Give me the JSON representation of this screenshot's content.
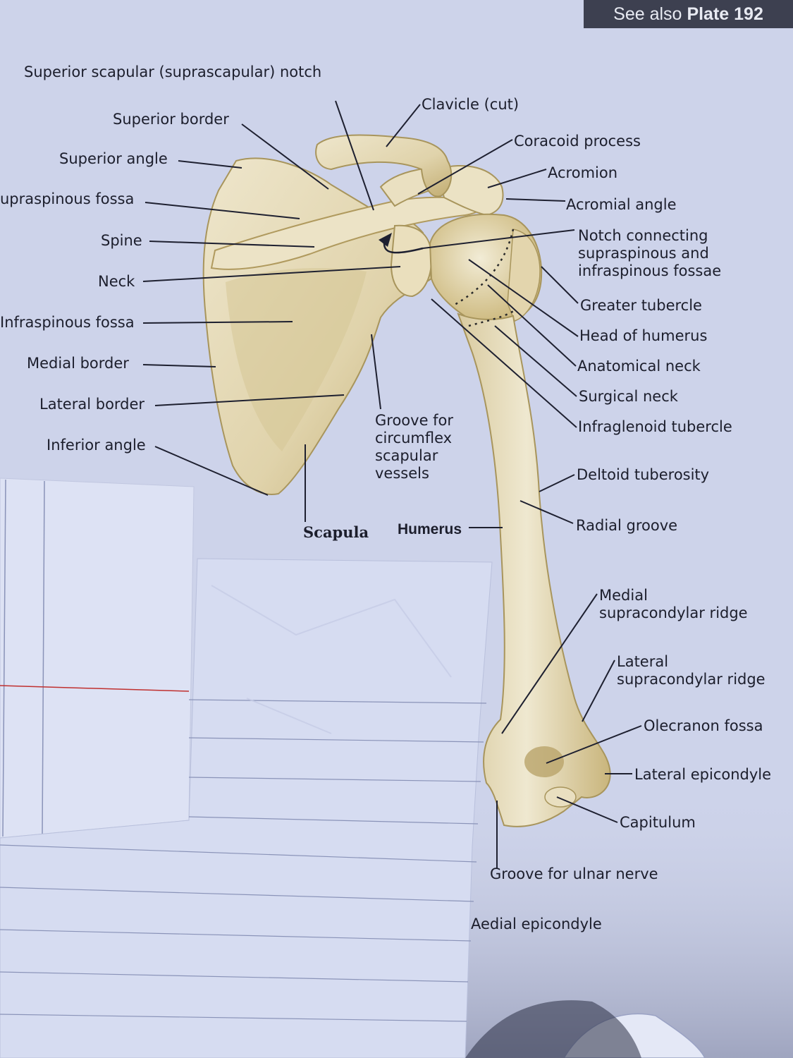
{
  "plate": {
    "prefix": "See also",
    "ref": "Plate 192"
  },
  "labels": {
    "suprascapular_notch": "Superior scapular (suprascapular) notch",
    "superior_border": "Superior border",
    "superior_angle": "Superior angle",
    "supraspinous_fossa": "upraspinous fossa",
    "spine": "Spine",
    "neck": "Neck",
    "infraspinous_fossa": "Infraspinous fossa",
    "medial_border": "Medial border",
    "lateral_border": "Lateral border",
    "inferior_angle": "Inferior angle",
    "scapula": "Scapula",
    "humerus": "Humerus",
    "groove_circumflex": [
      "Groove for",
      "circumflex",
      "scapular",
      "vessels"
    ],
    "clavicle": "Clavicle (cut)",
    "coracoid": "Coracoid process",
    "acromion": "Acromion",
    "acromial_angle": "Acromial angle",
    "notch_connecting": [
      "Notch connecting",
      "supraspinous and",
      "infraspinous fossae"
    ],
    "greater_tubercle": "Greater tubercle",
    "head_humerus": "Head of humerus",
    "anatomical_neck": "Anatomical neck",
    "surgical_neck": "Surgical neck",
    "infraglenoid": "Infraglenoid tubercle",
    "deltoid_tuberosity": "Deltoid tuberosity",
    "radial_groove": "Radial groove",
    "medial_supracondylar": [
      "Medial",
      "supracondylar ridge"
    ],
    "lateral_supracondylar": [
      "Lateral",
      "supracondylar ridge"
    ],
    "olecranon_fossa": "Olecranon fossa",
    "lateral_epicondyle": "Lateral epicondyle",
    "capitulum": "Capitulum",
    "groove_ulnar": "Groove for ulnar nerve",
    "medial_epicondyle": "Aedial epicondyle"
  },
  "colors": {
    "background": "#c9cfe6",
    "bone": "#e6dcc0",
    "bone_shadow": "#b8a468",
    "paper": "#dfe4f5",
    "ruled_line": "#8a93b8",
    "margin_line": "#c0302f",
    "plate_box": "#3d4050"
  }
}
